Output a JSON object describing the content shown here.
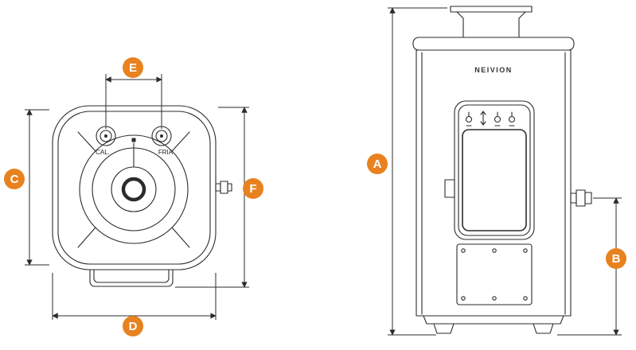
{
  "colors": {
    "accent": "#E8821F",
    "line": "#2b2b2b",
    "background": "#ffffff"
  },
  "top_view": {
    "port_labels": {
      "hot": "CAL.",
      "cold": "FRIA"
    },
    "dimension_markers": {
      "C": "C",
      "D": "D",
      "E": "E",
      "F": "F"
    }
  },
  "front_view": {
    "brand": "NEIVION",
    "control_icons": [
      "knob-icon",
      "up-down-arrows-icon",
      "knob-icon",
      "knob-icon"
    ],
    "dimension_markers": {
      "A": "A",
      "B": "B"
    }
  }
}
